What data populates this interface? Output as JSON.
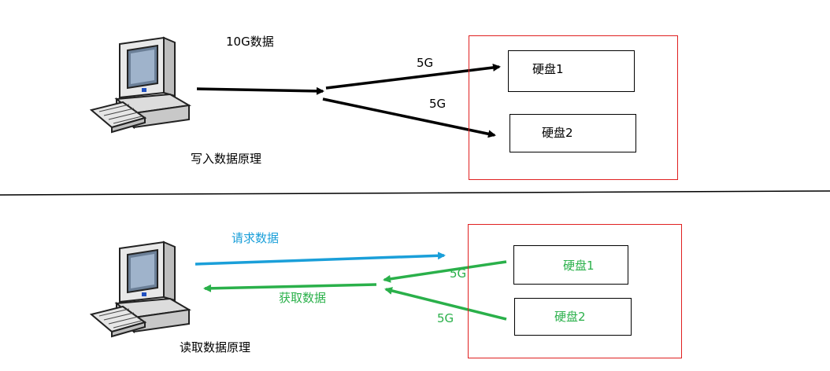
{
  "top": {
    "data_label": "10G数据",
    "split_a": "5G",
    "split_b": "5G",
    "disk1": "硬盘1",
    "disk2": "硬盘2",
    "caption": "写入数据原理"
  },
  "bottom": {
    "request_label": "请求数据",
    "fetch_label": "获取数据",
    "split_a": "5G",
    "split_b": "5G",
    "disk1": "硬盘1",
    "disk2": "硬盘2",
    "caption": "读取数据原理"
  },
  "colors": {
    "black": "#000000",
    "red_frame": "#e02020",
    "request_blue": "#1a9fd9",
    "fetch_green": "#2ab04a"
  },
  "icons": [
    "computer-icon",
    "computer-icon"
  ]
}
